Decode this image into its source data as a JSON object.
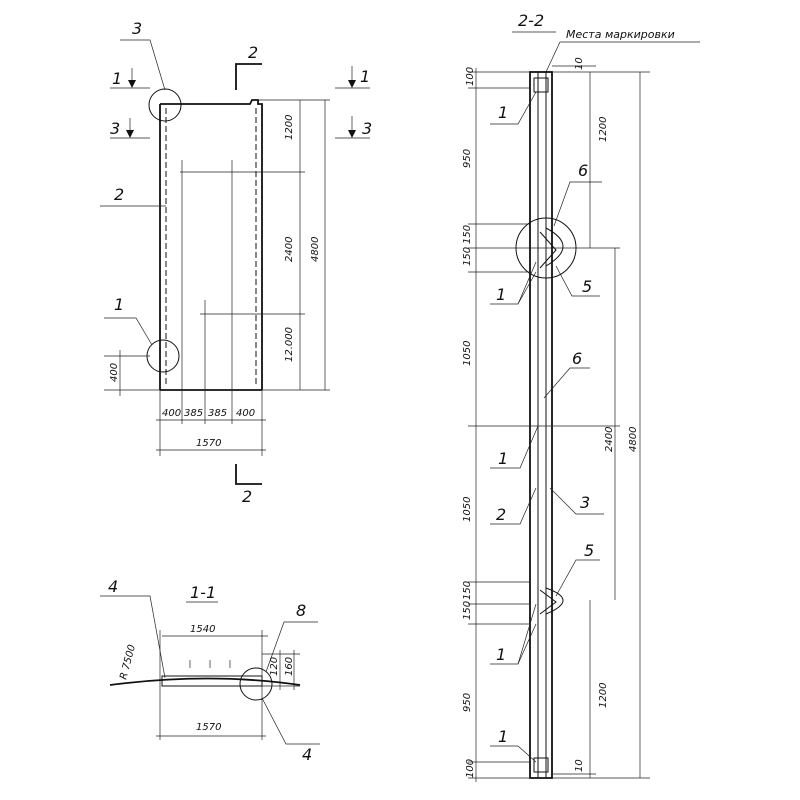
{
  "front_view": {
    "callouts": [
      "3",
      "2",
      "1"
    ],
    "section_marks": {
      "s1": "1",
      "s2": "2",
      "s3": "3"
    },
    "dims_vertical": [
      "1200",
      "2400",
      "12.000",
      "4800"
    ],
    "dim_bottom_left": "400",
    "dims_bottom": [
      "400",
      "385",
      "385",
      "400"
    ],
    "dim_total": "1570"
  },
  "section_1_1": {
    "title": "1-1",
    "dim_top": "1540",
    "dim_bottom": "1570",
    "radius": "R 7500",
    "callouts": [
      "4",
      "8",
      "4"
    ],
    "dims_small": [
      "120",
      "160"
    ]
  },
  "section_2_2": {
    "title": "2-2",
    "note": "Места маркировки",
    "dim_top_small": "10",
    "dim_bottom_small": "10",
    "dims_left": [
      "100",
      "950",
      "150",
      "150",
      "1050",
      "1050",
      "150",
      "150",
      "950",
      "100"
    ],
    "dims_right": [
      "1200",
      "2400",
      "4800",
      "1200"
    ],
    "callouts": [
      "1",
      "6",
      "5",
      "1",
      "6",
      "1",
      "2",
      "3",
      "5",
      "1",
      "1"
    ]
  }
}
